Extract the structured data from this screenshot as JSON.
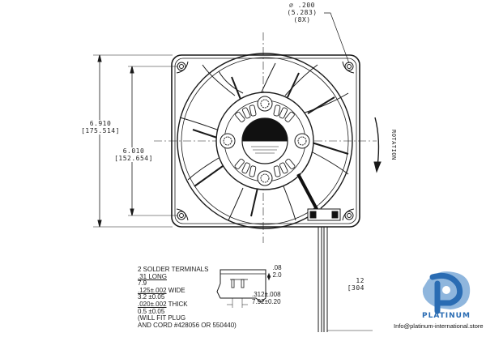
{
  "drawing": {
    "title": "Fan outline drawing",
    "hole_dim": {
      "line1": "⌀ .200",
      "line2": "(5.283)",
      "line3": "(8X)"
    },
    "outer_height": {
      "inch": "6.910",
      "mm": "[175.514]"
    },
    "hole_spacing": {
      "inch": "6.010",
      "mm": "[152.654]"
    },
    "rotation_label": "ROTATION",
    "lead_length": {
      "inch": "12",
      "mm": "[304"
    },
    "terminal_detail": {
      "top_dim_inch": ".08",
      "top_dim_mm": "2.0",
      "spacing_inch": ".312±.008",
      "spacing_mm": "7.92±0.20"
    },
    "notes": [
      {
        "text": "2 SOLDER TERMINALS",
        "underline": false
      },
      {
        "text": ".31 LONG",
        "underline": true
      },
      {
        "text": "7.9",
        "underline": false
      },
      {
        "text": ".125±.002",
        "suffix": " WIDE",
        "underline": true
      },
      {
        "text": "3.2  ±0.05",
        "underline": false
      },
      {
        "text": ".020±.002",
        "suffix": " THICK",
        "underline": true
      },
      {
        "text": "0.5  ±0.05",
        "underline": false
      },
      {
        "text": "(WILL FIT PLUG",
        "underline": false
      },
      {
        "text": "AND CORD #428056 OR 550440)",
        "underline": false
      }
    ]
  },
  "branding": {
    "name": "PLATINUM",
    "email": "Info@platinum-international.store",
    "colors": {
      "primary": "#2a6cb3",
      "light": "#8fb6dd"
    }
  }
}
